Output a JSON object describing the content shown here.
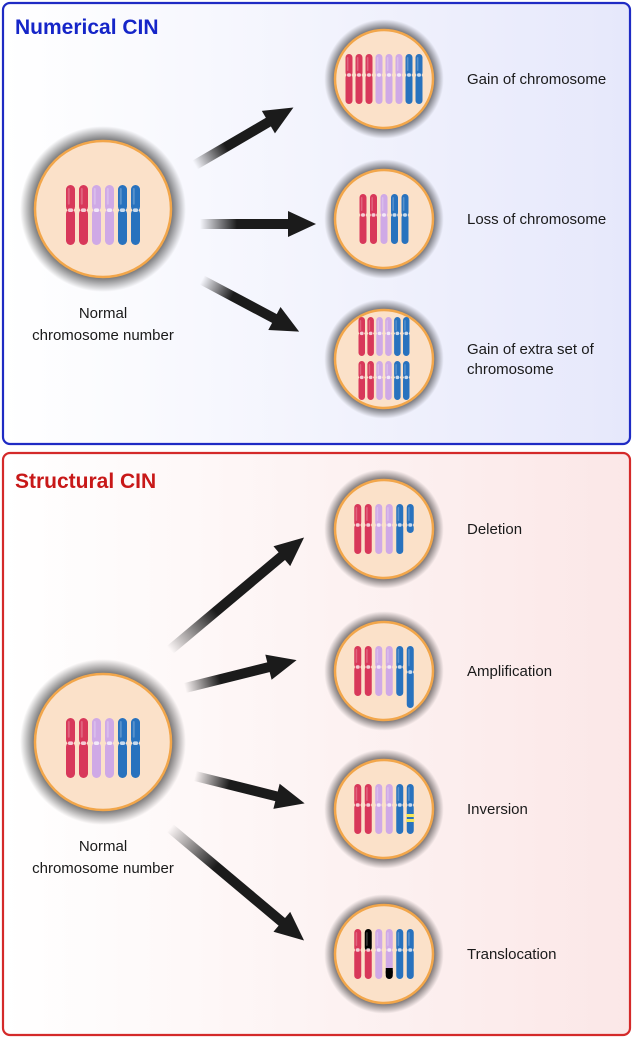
{
  "colors": {
    "numerical_border": "#1f2bc4",
    "numerical_title": "#1525c8",
    "numerical_bg_end": "#e6e8fb",
    "structural_border": "#d42a2a",
    "structural_title": "#c81818",
    "structural_bg_end": "#fbe7e7",
    "cell_fill": "#fbe1c9",
    "cell_rim": "#f2a64a",
    "chrom_red": "#d8385a",
    "chrom_lilac": "#cfa9e6",
    "chrom_blue": "#2872be",
    "arrow": "#1b1b1b"
  },
  "numerical": {
    "title": "Numerical CIN",
    "source_label": [
      "Normal",
      "chromosome number"
    ],
    "outcomes": [
      {
        "id": "gain",
        "lines": [
          "Gain of chromosome"
        ]
      },
      {
        "id": "loss",
        "lines": [
          "Loss of chromosome"
        ]
      },
      {
        "id": "polyploid",
        "lines": [
          "Gain of extra set of",
          "chromosome"
        ]
      }
    ]
  },
  "structural": {
    "title": "Structural CIN",
    "source_label": [
      "Normal",
      "chromosome number"
    ],
    "outcomes": [
      {
        "id": "deletion",
        "lines": [
          "Deletion"
        ]
      },
      {
        "id": "amplification",
        "lines": [
          "Amplification"
        ]
      },
      {
        "id": "inversion",
        "lines": [
          "Inversion"
        ]
      },
      {
        "id": "translocation",
        "lines": [
          "Translocation"
        ]
      }
    ]
  }
}
